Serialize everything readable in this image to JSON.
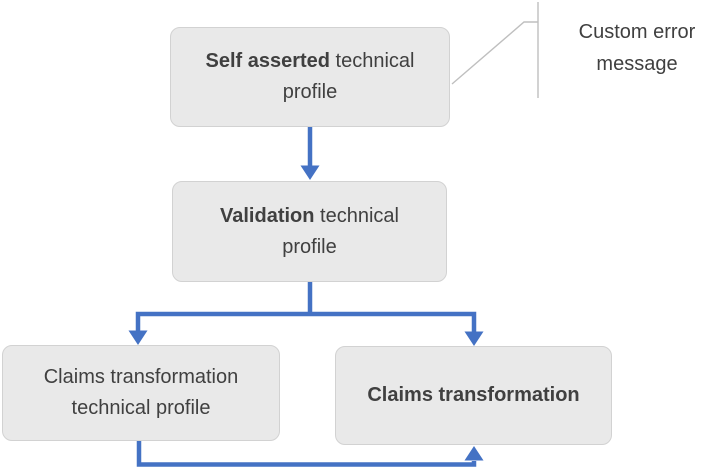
{
  "diagram": {
    "nodes": {
      "self_asserted": {
        "bold": "Self asserted",
        "rest": " technical profile"
      },
      "validation": {
        "bold": "Validation",
        "rest": " technical profile"
      },
      "claims_transformation_tp": {
        "bold": "",
        "rest": "Claims transformation technical profile"
      },
      "claims_transformation": {
        "bold": "Claims transformation",
        "rest": ""
      }
    },
    "callout": {
      "text": "Custom error message"
    },
    "colors": {
      "connector": "#4472c4",
      "node_fill": "#e9e9e9",
      "node_border": "#d2d2d2",
      "text": "#404040",
      "callout_line": "#bfbfbf"
    }
  }
}
